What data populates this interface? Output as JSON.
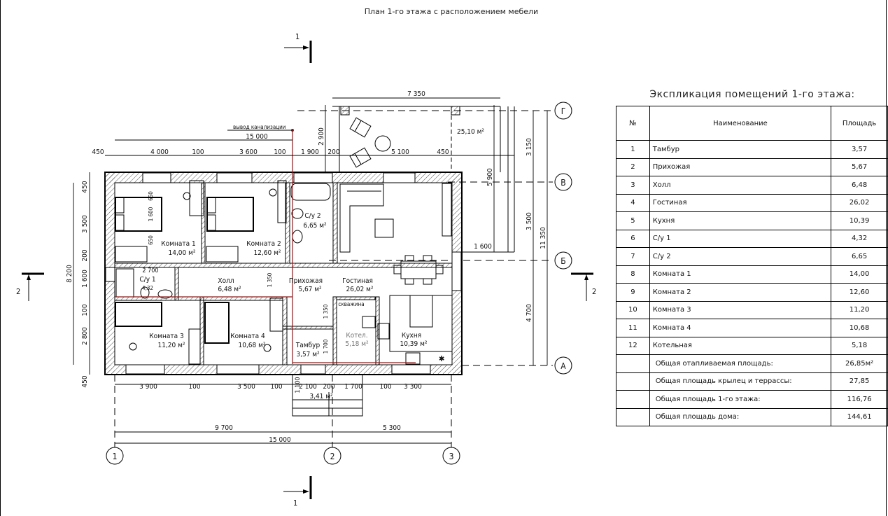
{
  "drawing": {
    "title": "План 1-го этажа с расположением мебели",
    "section_marks": {
      "vertical": "1",
      "horizontal": "2"
    },
    "axes": {
      "numeric": [
        "1",
        "2",
        "3"
      ],
      "letters": [
        "А",
        "Б",
        "В",
        "Г"
      ]
    },
    "annotations": {
      "sewer_outlet": "вывод канализации",
      "well": "скважина"
    },
    "dimensions": {
      "top_overall": "15 000",
      "top_chain": [
        "450",
        "4 000",
        "100",
        "3 600",
        "100",
        "1 900",
        "200",
        "5 100",
        "450"
      ],
      "terrace_width": "7 350",
      "terrace_depth": "2 900",
      "terrace_area": "25,10 м²",
      "bottom_chain": [
        "3 900",
        "100",
        "3 500",
        "100",
        "2 100",
        "200",
        "1 700",
        "100",
        "3 300"
      ],
      "bottom_axes": [
        "9 700",
        "5 300"
      ],
      "bottom_overall": "15 000",
      "porch_depth": "1 100",
      "porch_area": "3,41 м²",
      "left_chain": [
        "450",
        "3 500",
        "200",
        "1 600",
        "100",
        "2 800",
        "450"
      ],
      "left_overall": "8 200",
      "right_chain": [
        "3 150",
        "3 500",
        "4 700"
      ],
      "right_overall": "11 350",
      "right_terrace": "5 900",
      "right_offset": "1 600",
      "bed_dims": [
        "650",
        "1 600",
        "650"
      ],
      "wc1_width": "2 700",
      "hall_height": "1 350",
      "entry_height": "1 350",
      "vestibule_height": "1 700"
    },
    "rooms": [
      {
        "name": "Комната 1",
        "area": "14,00 м²"
      },
      {
        "name": "Комната 2",
        "area": "12,60 м²"
      },
      {
        "name": "С/у 2",
        "area": "6,65 м²"
      },
      {
        "name": "С/у 1",
        "area": "4,32"
      },
      {
        "name": "Холл",
        "area": "6,48 м²"
      },
      {
        "name": "Прихожая",
        "area": "5,67 м²"
      },
      {
        "name": "Гостиная",
        "area": "26,02 м²"
      },
      {
        "name": "Комната 3",
        "area": "11,20 м²"
      },
      {
        "name": "Комната 4",
        "area": "10,68 м²"
      },
      {
        "name": "Тамбур",
        "area": "3,57 м²"
      },
      {
        "name": "Котел.",
        "area": "5,18 м²"
      },
      {
        "name": "Кухня",
        "area": "10,39 м²"
      }
    ]
  },
  "explication": {
    "title": "Экспликация помещений 1-го этажа:",
    "headers": {
      "num": "№",
      "name": "Наименование",
      "area": "Площадь"
    },
    "rows": [
      {
        "num": "1",
        "name": "Тамбур",
        "area": "3,57"
      },
      {
        "num": "2",
        "name": "Прихожая",
        "area": "5,67"
      },
      {
        "num": "3",
        "name": "Холл",
        "area": "6,48"
      },
      {
        "num": "4",
        "name": "Гостиная",
        "area": "26,02"
      },
      {
        "num": "5",
        "name": "Кухня",
        "area": "10,39"
      },
      {
        "num": "6",
        "name": "С/у 1",
        "area": "4,32"
      },
      {
        "num": "7",
        "name": "С/у 2",
        "area": "6,65"
      },
      {
        "num": "8",
        "name": "Комната 1",
        "area": "14,00"
      },
      {
        "num": "9",
        "name": "Комната 2",
        "area": "12,60"
      },
      {
        "num": "10",
        "name": "Комната 3",
        "area": "11,20"
      },
      {
        "num": "11",
        "name": "Комната 4",
        "area": "10,68"
      },
      {
        "num": "12",
        "name": "Котельная",
        "area": "5,18"
      }
    ],
    "totals": [
      {
        "name": "Общая отапливаемая площадь:",
        "area": "26,85м²"
      },
      {
        "name": "Общая площадь крылец и террассы:",
        "area": "27,85"
      },
      {
        "name": "Общая площадь 1-го этажа:",
        "area": "116,76"
      },
      {
        "name": "Общая площадь дома:",
        "area": "144,61"
      }
    ]
  },
  "colors": {
    "line": "#000000",
    "hatch": "#555555",
    "utility": "#8b1a1a"
  }
}
